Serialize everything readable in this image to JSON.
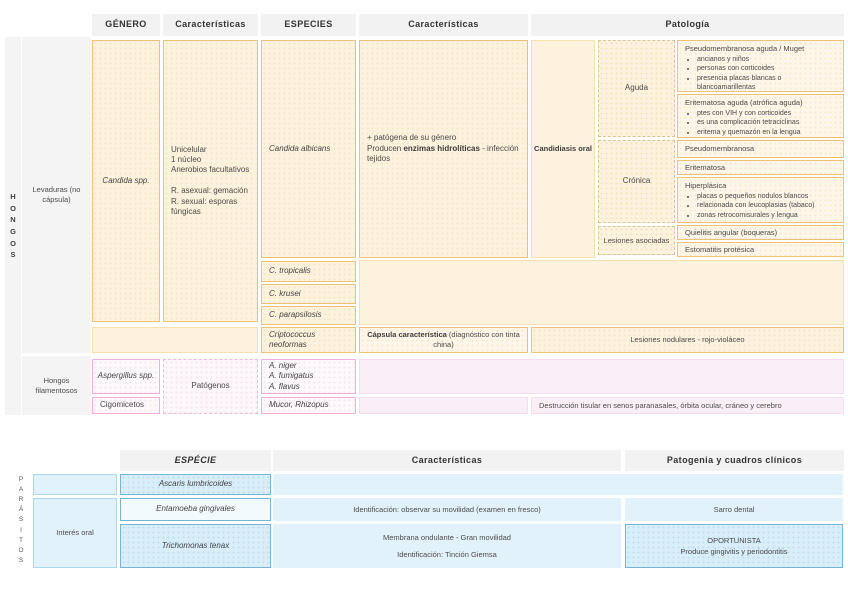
{
  "fungi_table": {
    "headers": {
      "genero": "GÉNERO",
      "caracteristicas_genero": "Características",
      "especies": "ESPECIES",
      "caracteristicas_especie": "Características",
      "patologia": "Patología"
    },
    "side_label": "H\nO\nN\nG\nO\nS",
    "groups": {
      "levaduras": "Levaduras (no cápsula)",
      "filamentosos": "Hongos filamentosos"
    },
    "candida": {
      "genero": "Candida spp.",
      "caracteristicas": "Unicelular\n1 núcleo\nAnerobios facultativos\n\nR. asexual: gemación\nR. sexual: esporas fúngicas",
      "especie_principal": "Candida albicans",
      "caract_especie_line1": "+ patógena de su género",
      "caract_especie_line2_pre": "Producen ",
      "caract_especie_line2_bold": "enzimas hidrolíticas",
      "caract_especie_line2_post": " - infección tejidos",
      "cuadro": "Candidiasis oral",
      "formas": {
        "aguda": "Aguda",
        "cronica": "Crónica",
        "lesiones_asociadas": "Lesiones asociadas"
      },
      "patologias": [
        {
          "title": "Pseudomembranosa aguda / Muget",
          "bullets": [
            "ancianos y niños",
            "personas con corticoides",
            "presencia placas blancas o blancoamarillentas"
          ]
        },
        {
          "title": "Eritematosa aguda (atrófica aguda)",
          "bullets": [
            "ptes con VIH y con corticoides",
            "es una complicación tetraciclinas",
            "eritema y quemazón en la lengua"
          ]
        },
        {
          "title": "Pseudomembranosa",
          "bullets": []
        },
        {
          "title": "Eritematosa",
          "bullets": []
        },
        {
          "title": "Hiperplásica",
          "bullets": [
            "placas o pequeños nodulos blancos",
            "relacionada con leucoplasias (tabaco)",
            "zonas retrocomisurales y lengua"
          ]
        },
        {
          "title": "Quielitis angular (boqueras)",
          "bullets": []
        },
        {
          "title": "Estomatitis protésica",
          "bullets": []
        }
      ],
      "otras_especies": [
        "C. tropicalis",
        "C. krusei",
        "C. parapsilosis"
      ]
    },
    "criptococcus": {
      "especie": "Criptococcus\nneoformas",
      "caracteristica_bold": "Cápsula característica",
      "caracteristica_rest": " (diagnóstico con tinta china)",
      "patologia": "Lesiones nodulares - rojo-violáceo"
    },
    "filamentosos": {
      "genero_aspergillus": "Aspergillus spp.",
      "genero_cigomicetos": "Cigomicetos",
      "caracteristica": "Patógenos",
      "especies_aspergillus": "A. niger\nA. fumigatus\nA. flavus",
      "especies_cigomicetos": "Mucor, Rhizopus",
      "patologia_cigomicetos": "Destrucción tisular en senos paranasales, órbita ocular, cráneo y cerebro"
    }
  },
  "parasites_table": {
    "headers": {
      "especie": "ESPÉCIE",
      "caracteristicas": "Características",
      "patogenia": "Patogenia y cuadros clínicos"
    },
    "side_label": "P\nA\nR\nÁ\nS\nI\nT\nO\nS",
    "group_label": "Interés oral",
    "rows": {
      "ascaris": {
        "especie": "Ascaris lumbricoides"
      },
      "entamoeba": {
        "especie": "Entamoeba gingivales",
        "caracteristicas": "Identificación: observar su movilidad (examen en fresco)",
        "patogenia": "Sarro dental"
      },
      "trichomonas": {
        "especie": "Trichomonas tenax",
        "caracteristicas_line1": "Membrana ondulante - Gran movilidad",
        "caracteristicas_line2": "Identificación: Tinción Giemsa",
        "patogenia_line1": "OPORTUNISTA",
        "patogenia_line2": "Produce gingivitis y periodontitis"
      }
    }
  },
  "colors": {
    "fungi_fill": "#fcf2dd",
    "fungi_border": "#f0c173",
    "filamentous_border": "#f3aede",
    "parasite_fill": "#d9eef9",
    "parasite_border": "#76b5d6",
    "header_bg": "#f2f2f2"
  }
}
